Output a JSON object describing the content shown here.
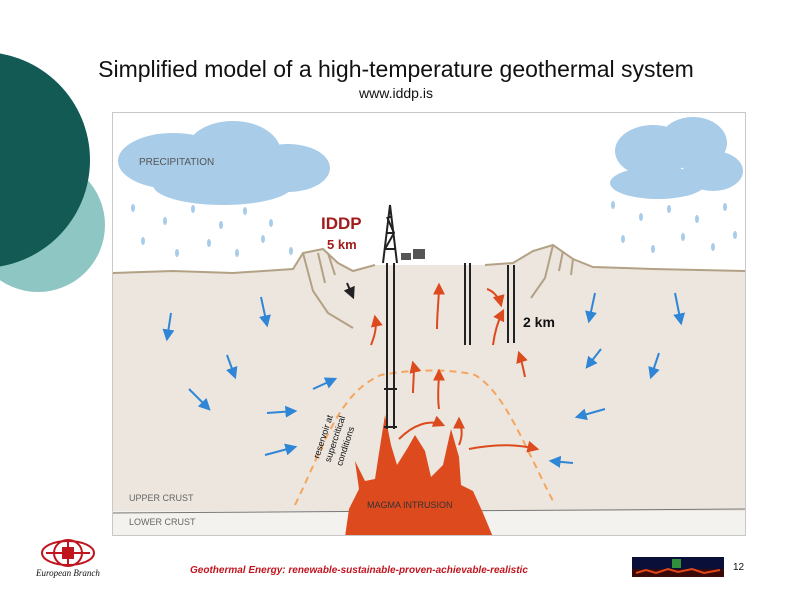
{
  "slide": {
    "title": "Simplified model of a high-temperature geothermal system",
    "subtitle": "www.iddp.is",
    "page_number": "12"
  },
  "diagram": {
    "precipitation_label": "PRECIPITATION",
    "iddp_label": "IDDP",
    "iddp_depth": "5 km",
    "well_depth": "2 km",
    "reservoir_label": [
      "reservoir at",
      "supercritical",
      "conditions"
    ],
    "magma_label": "MAGMA INTRUSION",
    "upper_crust_label": "UPPER CRUST",
    "lower_crust_label": "LOWER CRUST"
  },
  "footer": {
    "branch": "European Branch",
    "tagline": "Geothermal Energy: renewable-sustainable-proven-achievable-realistic"
  },
  "colors": {
    "teal_dark": "#135a55",
    "teal_light": "#8ec6c3",
    "ground": "#ece6de",
    "surface_line": "#b3a185",
    "hot_arrow": "#dc4a1e",
    "cold_arrow": "#2f86d6",
    "magma": "#dc4a1e",
    "reservoir_dash": "#f5a55f",
    "iddp_red": "#a31c1c",
    "tagline_red": "#c0141e"
  }
}
